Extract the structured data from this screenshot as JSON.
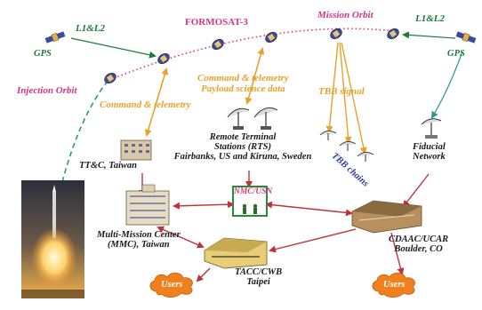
{
  "labels": {
    "formosat": "FORMOSAT-3",
    "mission_orbit": "Mission Orbit",
    "injection_orbit": "Injection Orbit",
    "gps_left": "GPS",
    "gps_right": "GPS",
    "l1l2_left": "L1&L2",
    "l1l2_right": "L1&L2",
    "cmd_telemetry": "Command & telemetry",
    "cmd_telemetry_payload_1": "Command & telemetry",
    "cmd_telemetry_payload_2": "Payload science data",
    "tbb_signal": "TBB signal",
    "tbb_chains": "TBB chains",
    "rts_1": "Remote Terminal",
    "rts_2": "Stations (RTS)",
    "rts_3": "Fairbanks, US and Kiruna, Sweden",
    "ttc": "TT&C, Taiwan",
    "fiducial_1": "Fiducial",
    "fiducial_2": "Network",
    "nmc": "NMC/USN",
    "mmc_1": "Multi-Mission Center",
    "mmc_2": "(MMC), Taiwan",
    "cdaac_1": "CDAAC/UCAR",
    "cdaac_2": "Boulder, CO",
    "tacc_1": "TACC/CWB",
    "tacc_2": "Taipei",
    "users_left": "Users",
    "users_right": "Users"
  },
  "colors": {
    "pink": "#d6357f",
    "green": "#1c7a3a",
    "orange": "#e8a12a",
    "red": "#c0303a",
    "teal": "#2a9a86",
    "cloud": "#f0801e"
  },
  "icons": [
    "satellite-icon",
    "gps-satellite-icon",
    "antenna-dish-icon",
    "building-icon",
    "cloud-icon",
    "rocket-launch-photo"
  ]
}
